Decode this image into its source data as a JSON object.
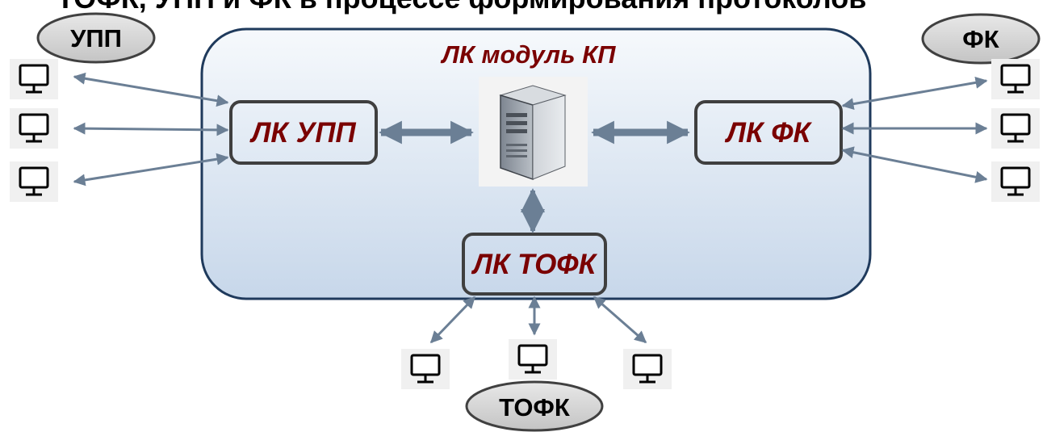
{
  "title": "ТОФК, УПП и ФК в процессе формирования протоколов",
  "module": {
    "label": "ЛК модуль КП"
  },
  "boxes": {
    "upp": "ЛК УПП",
    "fk": "ЛК ФК",
    "tofk": "ЛК ТОФК"
  },
  "groups": {
    "upp": "УПП",
    "fk": "ФК",
    "tofk": "ТОФК"
  },
  "icons": {
    "server": "server-icon",
    "workstation": "monitor-icon"
  },
  "colors": {
    "module_border": "#1f3a5c",
    "module_fill_top": "#f4f7fb",
    "module_fill_bottom": "#c9d8ea",
    "arrow": "#6b7f95",
    "box_text": "#7a0000",
    "box_border": "#3f3f3f",
    "ellipse_fill": "#d9d9d9"
  }
}
